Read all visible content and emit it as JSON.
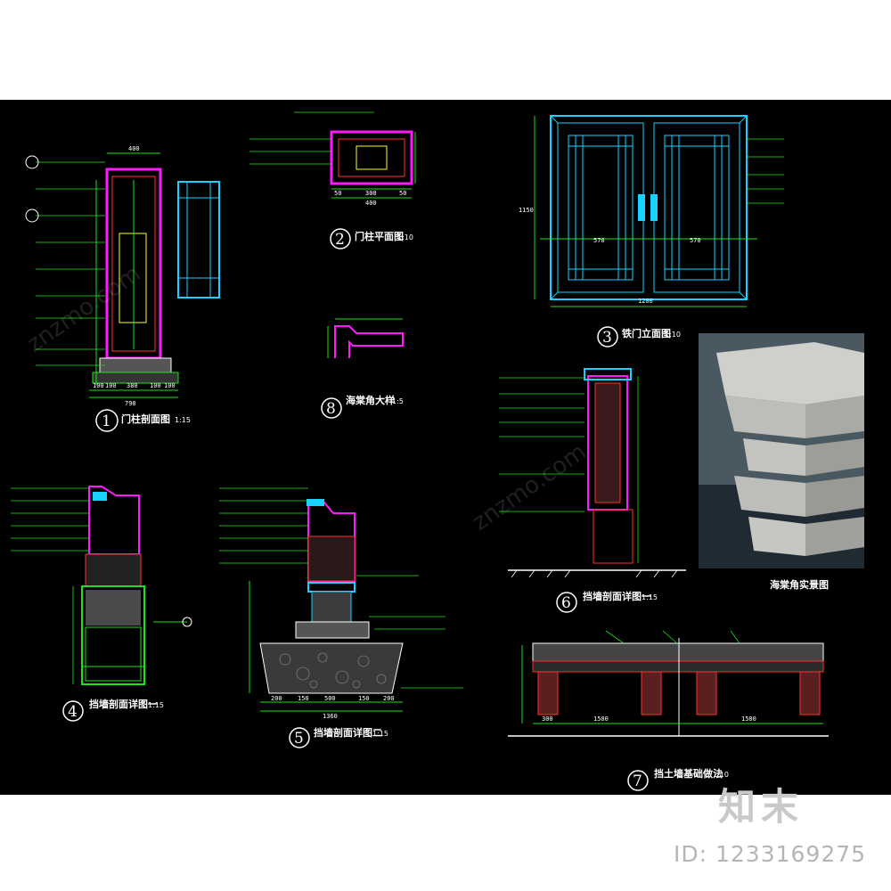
{
  "drawings": [
    {
      "num": "1",
      "title": "门柱剖面图",
      "scale": "1:15"
    },
    {
      "num": "2",
      "title": "门柱平面图",
      "scale": "1:10"
    },
    {
      "num": "3",
      "title": "铁门立面图",
      "scale": "1:10"
    },
    {
      "num": "4",
      "title": "挡墙剖面详图一",
      "scale": "1:15"
    },
    {
      "num": "5",
      "title": "挡墙剖面详图二",
      "scale": "1:15"
    },
    {
      "num": "6",
      "title": "挡墙剖面详图一",
      "scale": "1:15"
    },
    {
      "num": "7",
      "title": "挡土墙基础做法",
      "scale": "1:10"
    },
    {
      "num": "8",
      "title": "海棠角大样",
      "scale": "1:5"
    }
  ],
  "dims": {
    "d1_width": "400",
    "d1_total": "790",
    "d1_bottom": [
      "100",
      "100",
      "380",
      "100",
      "100"
    ],
    "d2_width": "400",
    "d2_side": [
      "50",
      "300",
      "50"
    ],
    "d3_total": "1200",
    "d3_left": "570",
    "d3_right": "570",
    "d3_height": "1150",
    "d5_total": "1360",
    "d5_bottom": [
      "200",
      "150",
      "500",
      "150",
      "200"
    ],
    "d7_span_left": "1500",
    "d7_span_right": "1500",
    "d7_post": "300"
  },
  "photo_caption": "海棠角实景图",
  "brand": "知末",
  "id_label": "ID: 1233169275",
  "watermark": "znzmo.com",
  "colors": {
    "green": "#19e619",
    "cyan": "#19d2ff",
    "magenta": "#ff19ff",
    "red": "#ff3030",
    "yellow": "#ffff19",
    "white": "#ffffff"
  }
}
